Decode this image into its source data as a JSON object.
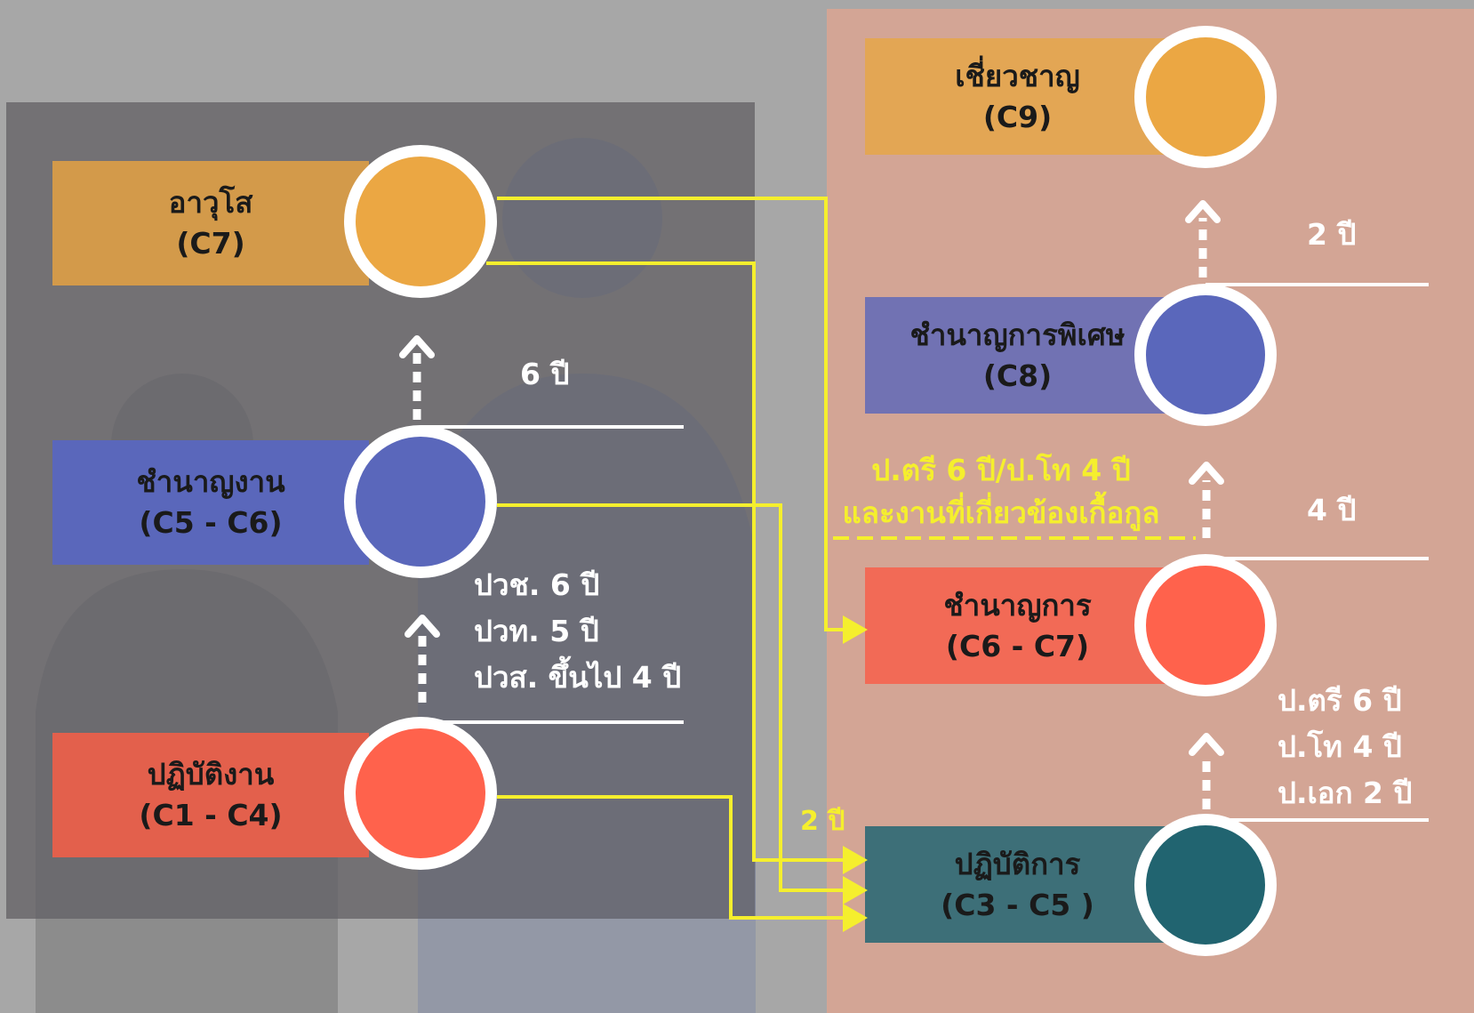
{
  "colors": {
    "background": "#a7a7a7",
    "left_panel": "#737174",
    "right_panel": "#d3a595",
    "orange": "#eba743",
    "blue": "#5a67bb",
    "red": "#ff624c",
    "teal": "#216470",
    "connector": "#f5ef2d"
  },
  "left_track": {
    "levels": [
      {
        "name": "อาวุโส",
        "code": "(C7)"
      },
      {
        "name": "ชำนาญงาน",
        "code": "(C5 - C6)"
      },
      {
        "name": "ปฏิบัติงาน",
        "code": "(C1 - C4)"
      }
    ],
    "steps": {
      "top": "6 ปี",
      "bottom": [
        "ปวช. 6 ปี",
        "ปวท. 5 ปี",
        "ปวส. ขึ้นไป 4 ปี"
      ]
    }
  },
  "right_track": {
    "levels": [
      {
        "name": "เชี่ยวชาญ",
        "code": "(C9)"
      },
      {
        "name": "ชำนาญการพิเศษ",
        "code": "(C8)"
      },
      {
        "name": "ชำนาญการ",
        "code": "(C6 - C7)"
      },
      {
        "name": "ปฏิบัติการ",
        "code": "(C3 - C5 )"
      }
    ],
    "steps": {
      "top": "2 ปี",
      "middle": "4 ปี",
      "bottom": [
        "ป.ตรี 6 ปี",
        "ป.โท 4 ปี",
        "ป.เอก 2 ปี"
      ]
    }
  },
  "connectors": {
    "condition": [
      "ป.ตรี 6 ปี/ป.โท 4 ปี",
      "และงานที่เกี่ยวข้องเกื้อกูล"
    ],
    "duration": "2 ปี"
  }
}
